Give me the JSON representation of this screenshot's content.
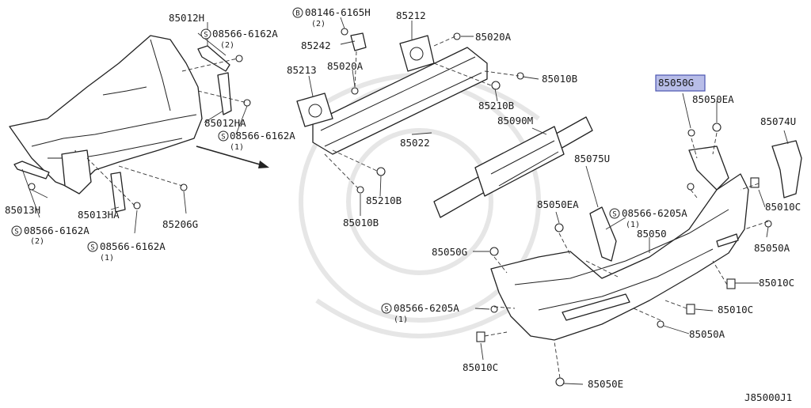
{
  "diagram": {
    "highlight_color": "#b8bde8",
    "labels": {
      "p85012H": "85012H",
      "p08566_6162A_top": "08566-6162A",
      "q2_top": "(2)",
      "p85012HA": "85012HA",
      "p08566_6162A_mid": "08566-6162A",
      "q1_mid": "(1)",
      "p85013H": "85013H",
      "p85013HA": "85013HA",
      "p08566_6162A_left": "08566-6162A",
      "q2_left": "(2)",
      "p08566_6162A_bot": "08566-6162A",
      "q1_bot": "(1)",
      "p85206G": "85206G",
      "p08146_6165H": "08146-6165H",
      "q2_bolt": "(2)",
      "p85242": "85242",
      "p85212": "85212",
      "p85020A_r": "85020A",
      "p85213": "85213",
      "p85020A_l": "85020A",
      "p85010B_r": "85010B",
      "p85210B_r": "85210B",
      "p85022": "85022",
      "p85090M": "85090M",
      "p85210B_l": "85210B",
      "p85010B_l": "85010B",
      "p85050G_hl": "85050G",
      "p85050EA_top": "85050EA",
      "p85074U": "85074U",
      "p85075U": "85075U",
      "p85050EA_mid": "85050EA",
      "p08566_6205A_r": "08566-6205A",
      "q1_r": "(1)",
      "p85050": "85050",
      "p85010C_r": "85010C",
      "p85050A_r": "85050A",
      "p85050G": "85050G",
      "p08566_6205A_l": "08566-6205A",
      "q1_l": "(1)",
      "p85010C_m": "85010C",
      "p85010C_m2": "85010C",
      "p85050A_b": "85050A",
      "p85010C_b": "85010C",
      "p85050E": "85050E",
      "diagram_code": "J85000J1"
    },
    "symbols": {
      "s": "S",
      "b": "B"
    }
  }
}
